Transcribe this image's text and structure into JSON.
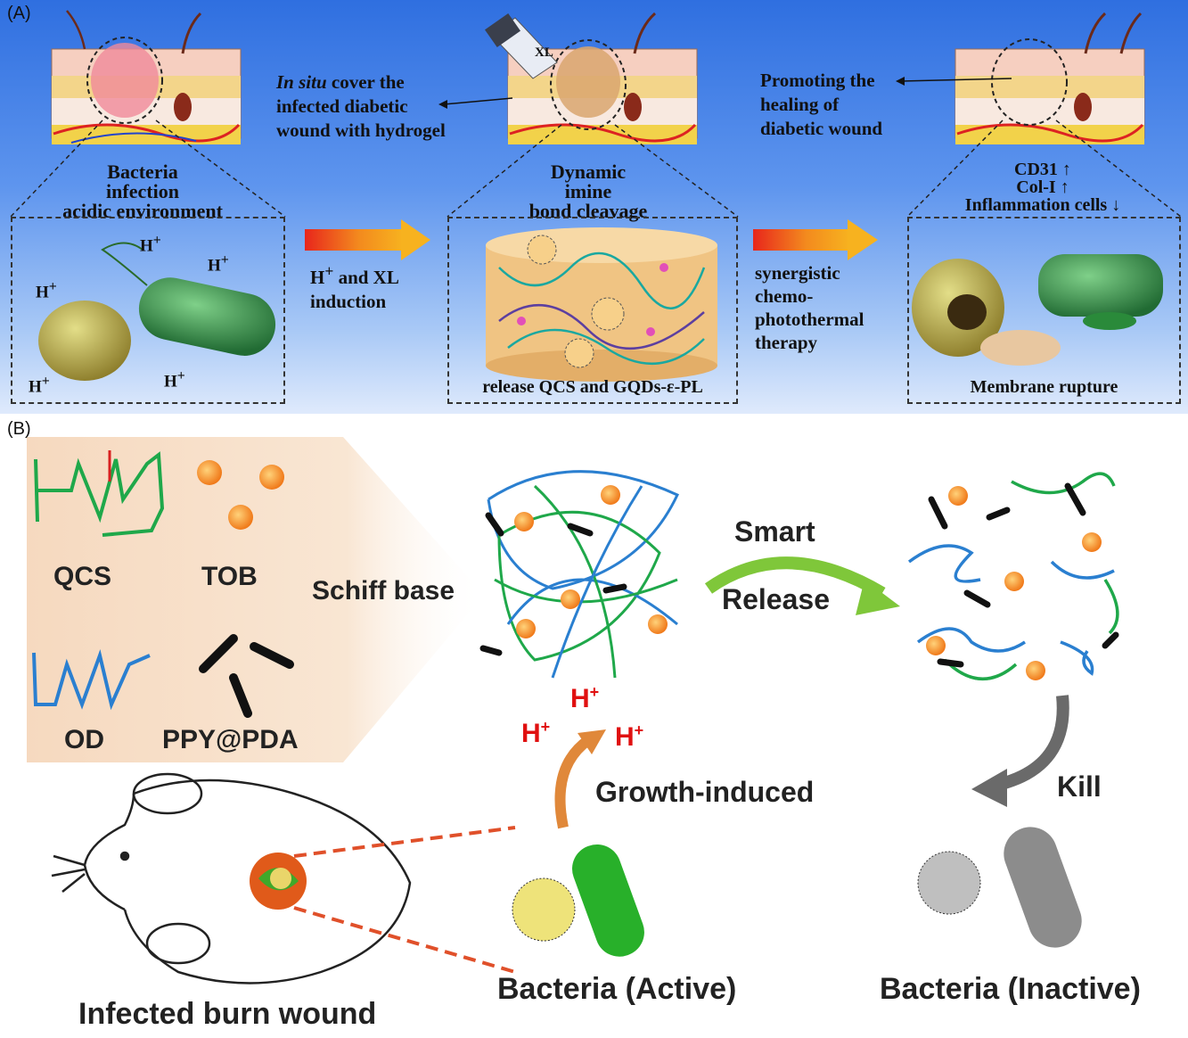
{
  "panel_a": {
    "label": "(A)",
    "step1_caption": [
      "Bacteria",
      "infection",
      "acidic environment"
    ],
    "arrow1_note_italic": "In situ",
    "arrow1_note_rest": " cover the",
    "arrow1_note_lines": [
      "infected diabetic",
      "wound with hydrogel"
    ],
    "xl_label": "XL",
    "step2_caption": [
      "Dynamic",
      "imine",
      "bond cleavage"
    ],
    "arrow2_note": [
      "Promoting the",
      "healing of",
      "diabetic wound"
    ],
    "step3_caption": [
      "CD31 ↑",
      "Col-I ↑",
      "Inflammation cells ↓"
    ],
    "h_sup": "+",
    "h_letter": "H",
    "induction_text": [
      " and XL",
      "induction"
    ],
    "therapy_text": [
      "synergistic",
      "chemo-",
      "photothermal",
      "therapy"
    ],
    "release_text": "release QCS and GQDs-ε-PL",
    "rupture_text": "Membrane rupture"
  },
  "panel_b": {
    "label": "(B)",
    "components": [
      "QCS",
      "TOB",
      "OD",
      "PPY@PDA"
    ],
    "schiff_label": "Schiff base",
    "smart_label": "Smart",
    "release_label": "Release",
    "h_ion": "H",
    "h_sup": "+",
    "growth_label": "Growth-induced",
    "kill_label": "Kill",
    "wound_label": "Infected burn wound",
    "active_label": "Bacteria (Active)",
    "inactive_label": "Bacteria (Inactive)"
  },
  "colors": {
    "accent_red": "#e01010",
    "green_strand": "#1fa84a",
    "blue_strand": "#2a7fd0",
    "gel_tan": "#f0c483"
  }
}
